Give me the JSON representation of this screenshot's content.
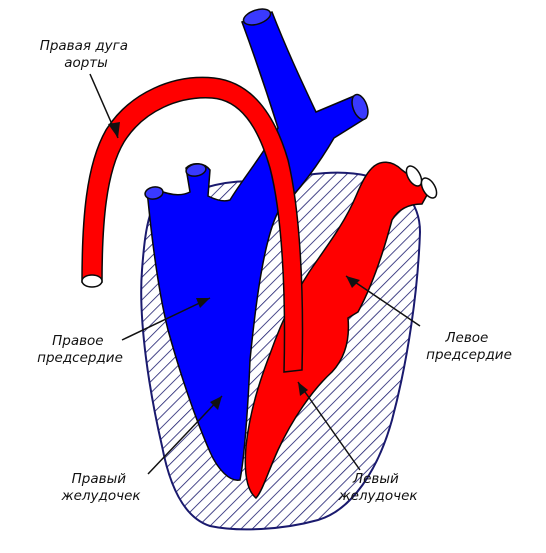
{
  "colors": {
    "arterial": "#ff0000",
    "venous": "#0000ff",
    "muscle_hatch": "#1a1a6e",
    "outline": "#0a0a0a",
    "text": "#111111"
  },
  "labels": {
    "aortic_arch": [
      "Правая дуга",
      "аорты"
    ],
    "right_atrium": [
      "Правое",
      "предсердие"
    ],
    "left_atrium": [
      "Левое",
      "предсердие"
    ],
    "right_ventricle": [
      "Правый",
      "желудочек"
    ],
    "left_ventricle": [
      "Левый",
      "желудочек"
    ]
  }
}
